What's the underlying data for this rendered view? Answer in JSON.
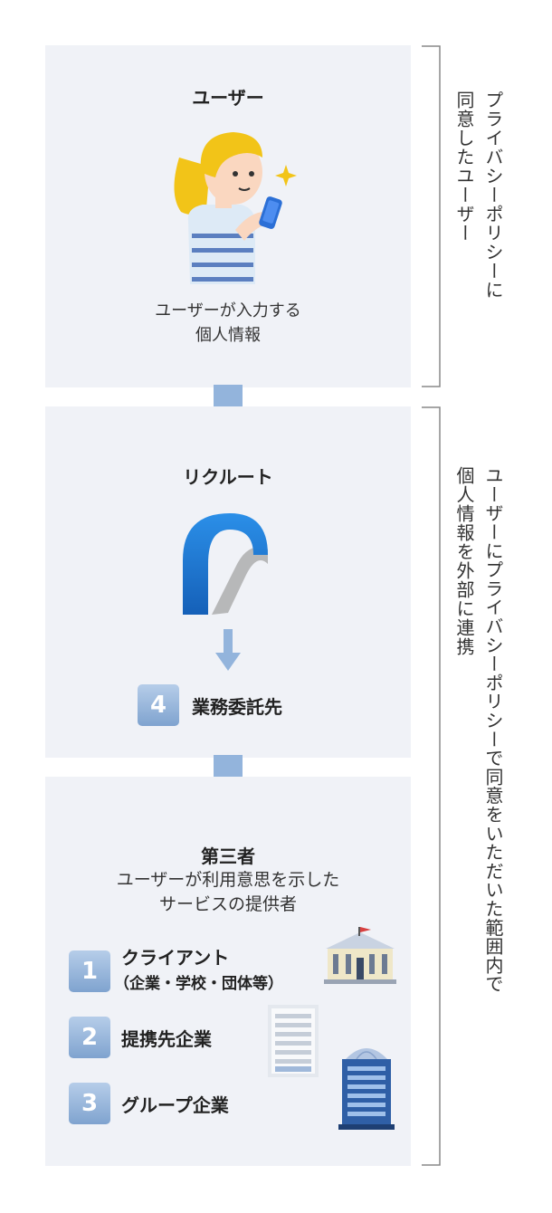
{
  "user_panel": {
    "title": "ユーザー",
    "caption_line1": "ユーザーが入力する",
    "caption_line2": "個人情報"
  },
  "recruit_panel": {
    "title": "リクルート",
    "outsource_number": "4",
    "outsource_label": "業務委託先"
  },
  "third_party_panel": {
    "title": "第三者",
    "subtitle_line1": "ユーザーが利用意思を示した",
    "subtitle_line2": "サービスの提供者",
    "items": [
      {
        "number": "1",
        "label": "クライアント",
        "sublabel": "（企業・学校・団体等）"
      },
      {
        "number": "2",
        "label": "提携先企業"
      },
      {
        "number": "3",
        "label": "グループ企業"
      }
    ]
  },
  "side_labels": {
    "consent_line1": "プライバシーポリシーに",
    "consent_line2": "同意したユーザー",
    "scope_line1": "ユーザーにプライバシーポリシーで同意をいただいた範囲内で",
    "scope_line2": "個人情報を外部に連携"
  },
  "colors": {
    "panel_bg": "#f0f2f7",
    "arrow": "#93b4dc",
    "badge": "#93b4dc",
    "logo_blue": "#1a73c8"
  }
}
